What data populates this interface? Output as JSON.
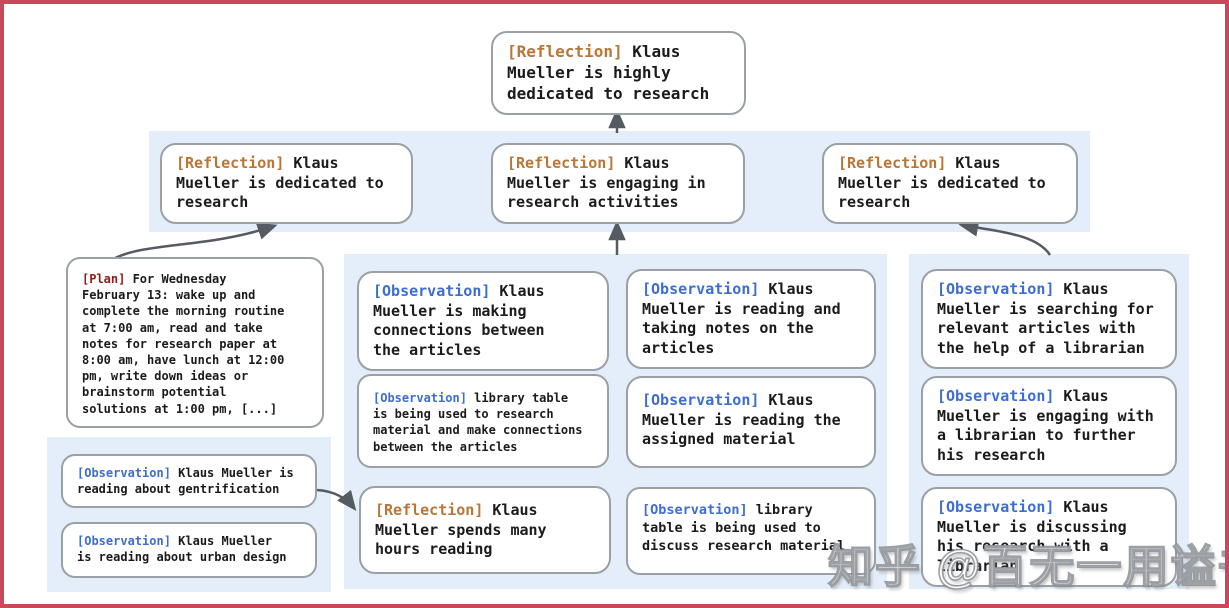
{
  "colors": {
    "frame_border": "#c9485a",
    "panel_background": "#e4eefb",
    "node_border": "#9aa0a3",
    "reflection_tag": "#b97636",
    "observation_tag": "#3d6dd2",
    "plan_tag": "#8e1b1b",
    "body_text": "#1b1b1d",
    "arrow": "#565b61"
  },
  "watermark": {
    "text": "知乎 @百无一用谥书生"
  },
  "nodes": {
    "root": {
      "tag": "[Reflection]",
      "text": " Klaus\nMueller is highly\ndedicated to research"
    },
    "refl_left": {
      "tag": "[Reflection]",
      "text": " Klaus\nMueller is dedicated to\nresearch"
    },
    "refl_mid": {
      "tag": "[Reflection]",
      "text": " Klaus\nMueller is engaging in\nresearch activities"
    },
    "refl_right": {
      "tag": "[Reflection]",
      "text": " Klaus\nMueller is dedicated to\nresearch"
    },
    "plan": {
      "tag": "[Plan]",
      "text": " For Wednesday\nFebruary 13: wake up and\ncomplete the morning routine\nat 7:00 am, read and take\nnotes for research paper at\n8:00 am, have lunch at 12:00\npm, write down ideas or\nbrainstorm potential\nsolutions at 1:00 pm, [...]"
    },
    "obs_gentrification": {
      "tag": "[Observation]",
      "text": " Klaus Mueller is\nreading about gentrification"
    },
    "obs_urban_design": {
      "tag": "[Observation]",
      "text": " Klaus Mueller\nis reading about urban design"
    },
    "obs_connections": {
      "tag": "[Observation]",
      "text": " Klaus\nMueller is making\nconnections between\nthe articles"
    },
    "obs_library_research": {
      "tag": "[Observation]",
      "text": " library table\nis being used to research\nmaterial and make connections\nbetween the articles"
    },
    "refl_hours_reading": {
      "tag": "[Reflection]",
      "text": " Klaus\nMueller spends many\nhours reading"
    },
    "obs_taking_notes": {
      "tag": "[Observation]",
      "text": " Klaus\nMueller is reading and\ntaking notes on the\narticles"
    },
    "obs_assigned_material": {
      "tag": "[Observation]",
      "text": " Klaus\nMueller is reading the\nassigned material"
    },
    "obs_library_discuss": {
      "tag": "[Observation]",
      "text": " library\ntable is being used to\ndiscuss research material"
    },
    "obs_searching_articles": {
      "tag": "[Observation]",
      "text": " Klaus\nMueller is searching for\nrelevant articles with\nthe help of a librarian"
    },
    "obs_engaging_librarian": {
      "tag": "[Observation]",
      "text": " Klaus\nMueller is engaging with\na librarian to further\nhis research"
    },
    "obs_discussing_librarian": {
      "tag": "[Observation]",
      "text": " Klaus\nMueller is discussing\nhis research with a\nlibrarian"
    }
  }
}
